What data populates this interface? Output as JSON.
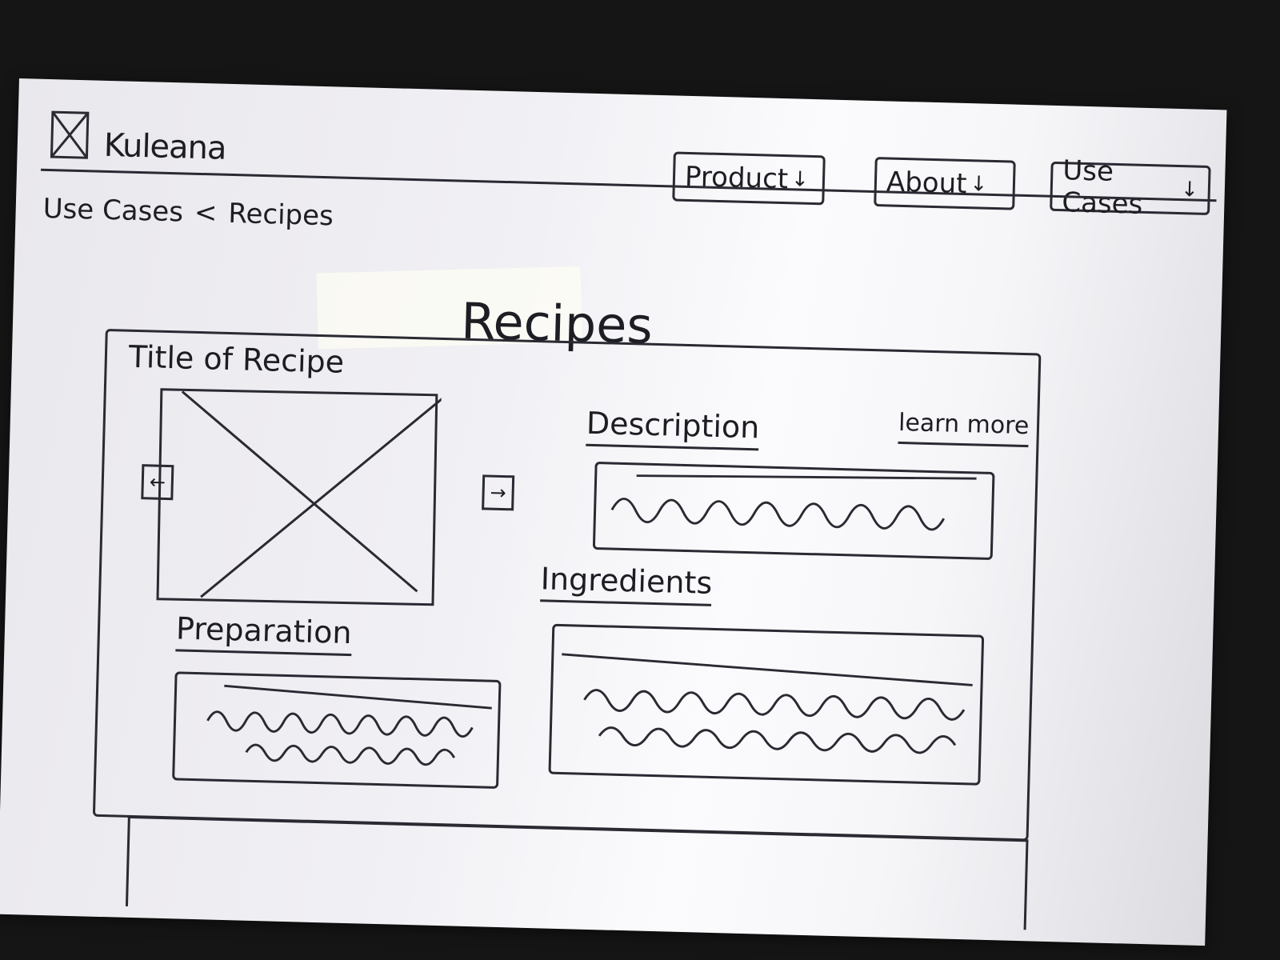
{
  "app": {
    "brand": "Kuleana"
  },
  "nav": {
    "items": [
      {
        "label": "Product",
        "icon": "chevron-down-icon"
      },
      {
        "label": "About",
        "icon": "chevron-down-icon"
      },
      {
        "label": "Use Cases",
        "icon": "chevron-down-icon"
      }
    ]
  },
  "breadcrumb": {
    "first": "Use Cases",
    "separator": "<",
    "second": "Recipes"
  },
  "page": {
    "title": "Recipes"
  },
  "recipe_card": {
    "title": "Title of Recipe",
    "prev_icon": "arrow-left-icon",
    "next_icon": "arrow-right-icon",
    "description_label": "Description",
    "learn_more_label": "learn more",
    "ingredients_label": "Ingredients",
    "preparation_label": "Preparation"
  },
  "colors": {
    "ink": "#1d1d24",
    "paper": "#f1f0f4",
    "background": "#151516"
  }
}
